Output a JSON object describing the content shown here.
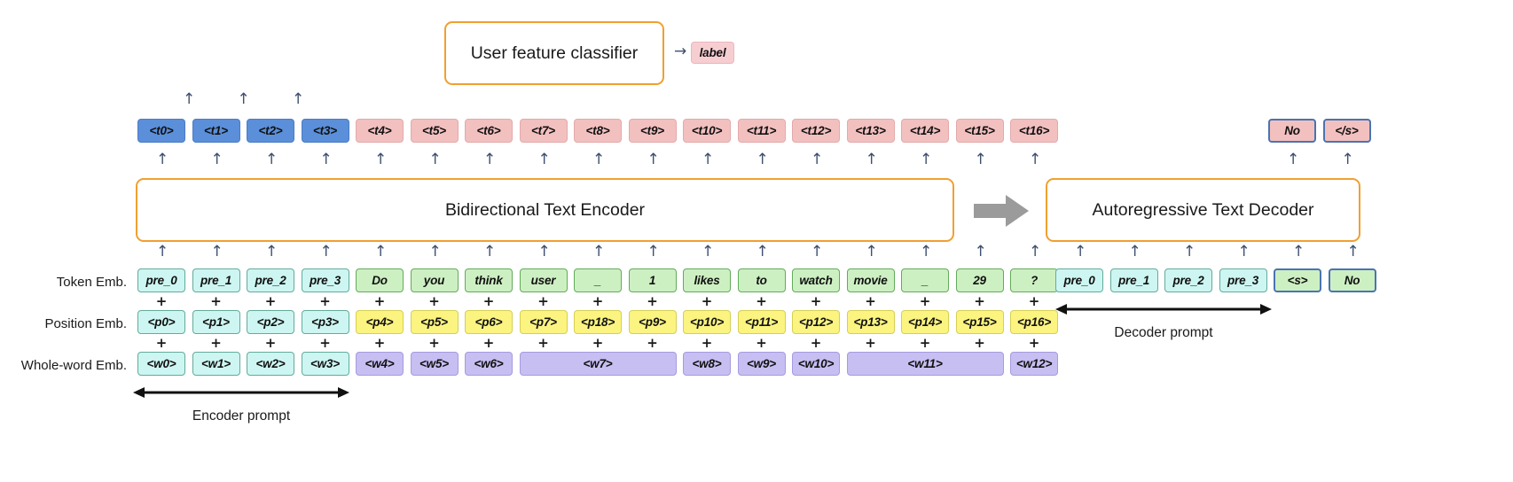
{
  "diagram": {
    "title": "Encoder-decoder prompt architecture with user feature classifier",
    "classifier": {
      "label": "User feature classifier",
      "arrow": "→",
      "output_label": "label"
    },
    "encoder": {
      "label": "Bidirectional Text Encoder"
    },
    "decoder": {
      "label": "Autoregressive Text Decoder"
    },
    "row_captions": {
      "token_emb": "Token Emb.",
      "position_emb": "Position Emb.",
      "whole_word_emb": "Whole-word Emb."
    },
    "bracket_labels": {
      "encoder_prompt": "Encoder prompt",
      "decoder_prompt": "Decoder prompt"
    },
    "encoder_output_tokens": [
      {
        "text": "<t0>",
        "style": "tok-blue"
      },
      {
        "text": "<t1>",
        "style": "tok-blue"
      },
      {
        "text": "<t2>",
        "style": "tok-blue"
      },
      {
        "text": "<t3>",
        "style": "tok-blue"
      },
      {
        "text": "<t4>",
        "style": "tok-pink"
      },
      {
        "text": "<t5>",
        "style": "tok-pink"
      },
      {
        "text": "<t6>",
        "style": "tok-pink"
      },
      {
        "text": "<t7>",
        "style": "tok-pink"
      },
      {
        "text": "<t8>",
        "style": "tok-pink"
      },
      {
        "text": "<t9>",
        "style": "tok-pink"
      },
      {
        "text": "<t10>",
        "style": "tok-pink"
      },
      {
        "text": "<t11>",
        "style": "tok-pink"
      },
      {
        "text": "<t12>",
        "style": "tok-pink"
      },
      {
        "text": "<t13>",
        "style": "tok-pink"
      },
      {
        "text": "<t14>",
        "style": "tok-pink"
      },
      {
        "text": "<t15>",
        "style": "tok-pink"
      },
      {
        "text": "<t16>",
        "style": "tok-pink"
      }
    ],
    "classifier_input_indices": [
      0,
      1,
      2
    ],
    "token_embeddings": [
      {
        "text": "pre_0",
        "style": "emb-cyan"
      },
      {
        "text": "pre_1",
        "style": "emb-cyan"
      },
      {
        "text": "pre_2",
        "style": "emb-cyan"
      },
      {
        "text": "pre_3",
        "style": "emb-cyan"
      },
      {
        "text": "Do",
        "style": "emb-green"
      },
      {
        "text": "you",
        "style": "emb-green"
      },
      {
        "text": "think",
        "style": "emb-green"
      },
      {
        "text": "user",
        "style": "emb-green"
      },
      {
        "text": "_",
        "style": "emb-green"
      },
      {
        "text": "1",
        "style": "emb-green"
      },
      {
        "text": "likes",
        "style": "emb-green"
      },
      {
        "text": "to",
        "style": "emb-green"
      },
      {
        "text": "watch",
        "style": "emb-green"
      },
      {
        "text": "movie",
        "style": "emb-green"
      },
      {
        "text": "_",
        "style": "emb-green"
      },
      {
        "text": "29",
        "style": "emb-green"
      },
      {
        "text": "?",
        "style": "emb-green"
      }
    ],
    "position_embeddings": [
      {
        "text": "<p0>",
        "style": "emb-cyan"
      },
      {
        "text": "<p1>",
        "style": "emb-cyan"
      },
      {
        "text": "<p2>",
        "style": "emb-cyan"
      },
      {
        "text": "<p3>",
        "style": "emb-cyan"
      },
      {
        "text": "<p4>",
        "style": "emb-yellow"
      },
      {
        "text": "<p5>",
        "style": "emb-yellow"
      },
      {
        "text": "<p6>",
        "style": "emb-yellow"
      },
      {
        "text": "<p7>",
        "style": "emb-yellow"
      },
      {
        "text": "<p18>",
        "style": "emb-yellow"
      },
      {
        "text": "<p9>",
        "style": "emb-yellow"
      },
      {
        "text": "<p10>",
        "style": "emb-yellow"
      },
      {
        "text": "<p11>",
        "style": "emb-yellow"
      },
      {
        "text": "<p12>",
        "style": "emb-yellow"
      },
      {
        "text": "<p13>",
        "style": "emb-yellow"
      },
      {
        "text": "<p14>",
        "style": "emb-yellow"
      },
      {
        "text": "<p15>",
        "style": "emb-yellow"
      },
      {
        "text": "<p16>",
        "style": "emb-yellow"
      }
    ],
    "whole_word_embeddings": [
      {
        "text": "<w0>",
        "style": "emb-cyan",
        "span": 1
      },
      {
        "text": "<w1>",
        "style": "emb-cyan",
        "span": 1
      },
      {
        "text": "<w2>",
        "style": "emb-cyan",
        "span": 1
      },
      {
        "text": "<w3>",
        "style": "emb-cyan",
        "span": 1
      },
      {
        "text": "<w4>",
        "style": "emb-purple",
        "span": 1
      },
      {
        "text": "<w5>",
        "style": "emb-purple",
        "span": 1
      },
      {
        "text": "<w6>",
        "style": "emb-purple",
        "span": 1
      },
      {
        "text": "<w7>",
        "style": "emb-purple",
        "span": 3
      },
      {
        "text": "<w8>",
        "style": "emb-purple",
        "span": 1
      },
      {
        "text": "<w9>",
        "style": "emb-purple",
        "span": 1
      },
      {
        "text": "<w10>",
        "style": "emb-purple",
        "span": 1
      },
      {
        "text": "<w11>",
        "style": "emb-purple",
        "span": 3
      },
      {
        "text": "<w12>",
        "style": "emb-purple",
        "span": 1
      }
    ],
    "decoder_output_tokens": [
      {
        "text": "No",
        "style": "out-pink"
      },
      {
        "text": "</s>",
        "style": "out-pink"
      }
    ],
    "decoder_input_tokens": [
      {
        "text": "pre_0",
        "style": "emb-cyan"
      },
      {
        "text": "pre_1",
        "style": "emb-cyan"
      },
      {
        "text": "pre_2",
        "style": "emb-cyan"
      },
      {
        "text": "pre_3",
        "style": "emb-cyan"
      },
      {
        "text": "<s>",
        "style": "out-green"
      },
      {
        "text": "No",
        "style": "out-green"
      }
    ],
    "colors": {
      "module_border": "#f0a030",
      "token_blue": "#5b8fd9",
      "token_pink": "#f3c0c0",
      "emb_cyan": "#cdf6f2",
      "emb_green": "#cdf0c3",
      "emb_yellow": "#fbf481",
      "emb_purple": "#c7bef2",
      "arrow_navy": "#3d4f6e",
      "fat_arrow_gray": "#9b9b9b"
    }
  }
}
